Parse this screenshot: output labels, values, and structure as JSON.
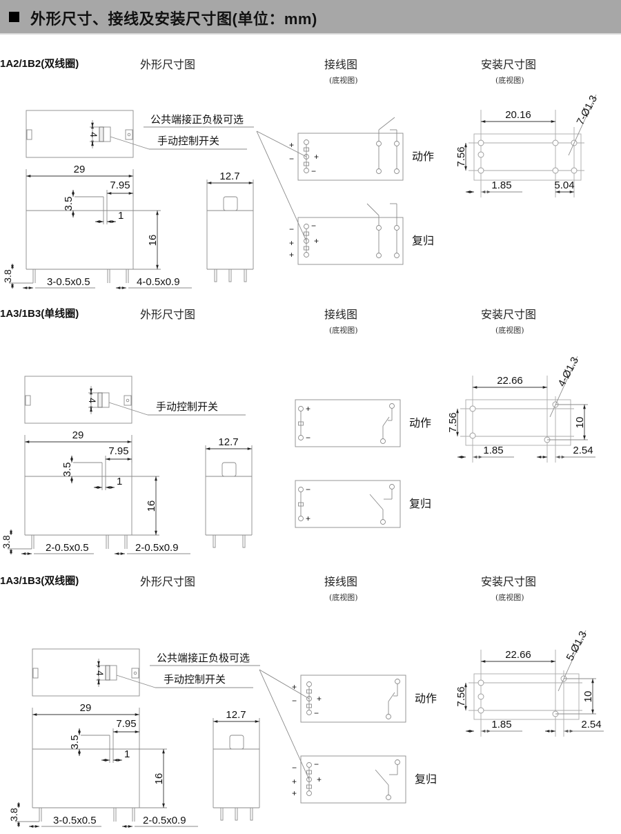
{
  "header": {
    "title": "外形尺寸、接线及安装尺寸图(单位：mm)",
    "icon": "black-square-bullet"
  },
  "sections": [
    {
      "id": "1a2-1b2",
      "label": "1A2/1B2(双线圈)",
      "coil_type": "double",
      "col_outline": "外形尺寸图",
      "col_wiring": "接线图",
      "col_wiring_sub": "(底视图)",
      "col_mount": "安装尺寸图",
      "col_mount_sub": "(底视图)",
      "outline": {
        "note_common": "公共端接正负极可选",
        "note_switch": "手动控制开关",
        "dim_switch": "4",
        "dim_width": "29",
        "dim_side_width": "12.7",
        "dim_offset": "7.95",
        "dim_knob_h": "3.5",
        "dim_knob_w": "1",
        "dim_height": "16",
        "dim_pin_len": "3.8",
        "pins_left": "3-0.5x0.5",
        "pins_right": "4-0.5x0.9",
        "side_pins": 3
      },
      "wiring": {
        "action_label": "动作",
        "reset_label": "复归",
        "contacts": 2
      },
      "mount": {
        "holes_label": "7-Ø1.3",
        "dim_span": "20.16",
        "dim_row": "7.56",
        "dim_left": "1.85",
        "dim_right": "5.04"
      }
    },
    {
      "id": "1a3-1b3-single",
      "label": "1A3/1B3(单线圈)",
      "coil_type": "single",
      "col_outline": "外形尺寸图",
      "col_wiring": "接线图",
      "col_wiring_sub": "(底视图)",
      "col_mount": "安装尺寸图",
      "col_mount_sub": "(底视图)",
      "outline": {
        "note_common": "",
        "note_switch": "手动控制开关",
        "dim_switch": "4",
        "dim_width": "29",
        "dim_side_width": "12.7",
        "dim_offset": "7.95",
        "dim_knob_h": "3.5",
        "dim_knob_w": "1",
        "dim_height": "16",
        "dim_pin_len": "3.8",
        "pins_left": "2-0.5x0.5",
        "pins_right": "2-0.5x0.9",
        "side_pins": 2
      },
      "wiring": {
        "action_label": "动作",
        "reset_label": "复归",
        "contacts": 1
      },
      "mount": {
        "holes_label": "4-Ø1.3",
        "dim_span": "22.66",
        "dim_row": "7.56",
        "dim_right_h": "10",
        "dim_left": "1.85",
        "dim_right": "2.54"
      }
    },
    {
      "id": "1a3-1b3-double",
      "label": "1A3/1B3(双线圈)",
      "coil_type": "double",
      "col_outline": "外形尺寸图",
      "col_wiring": "接线图",
      "col_wiring_sub": "(底视图)",
      "col_mount": "安装尺寸图",
      "col_mount_sub": "(底视图)",
      "outline": {
        "note_common": "公共端接正负极可选",
        "note_switch": "手动控制开关",
        "dim_switch": "4",
        "dim_width": "29",
        "dim_side_width": "12.7",
        "dim_offset": "7.95",
        "dim_knob_h": "3.5",
        "dim_knob_w": "1",
        "dim_height": "16",
        "dim_pin_len": "3.8",
        "pins_left": "3-0.5x0.5",
        "pins_right": "2-0.5x0.9",
        "side_pins": 3
      },
      "wiring": {
        "action_label": "动作",
        "reset_label": "复归",
        "contacts": 1
      },
      "mount": {
        "holes_label": "5-Ø1.3",
        "dim_span": "22.66",
        "dim_row": "7.56",
        "dim_right_h": "10",
        "dim_left": "1.85",
        "dim_right": "2.54"
      }
    }
  ],
  "symbols": {
    "plus": "+",
    "minus": "−"
  }
}
